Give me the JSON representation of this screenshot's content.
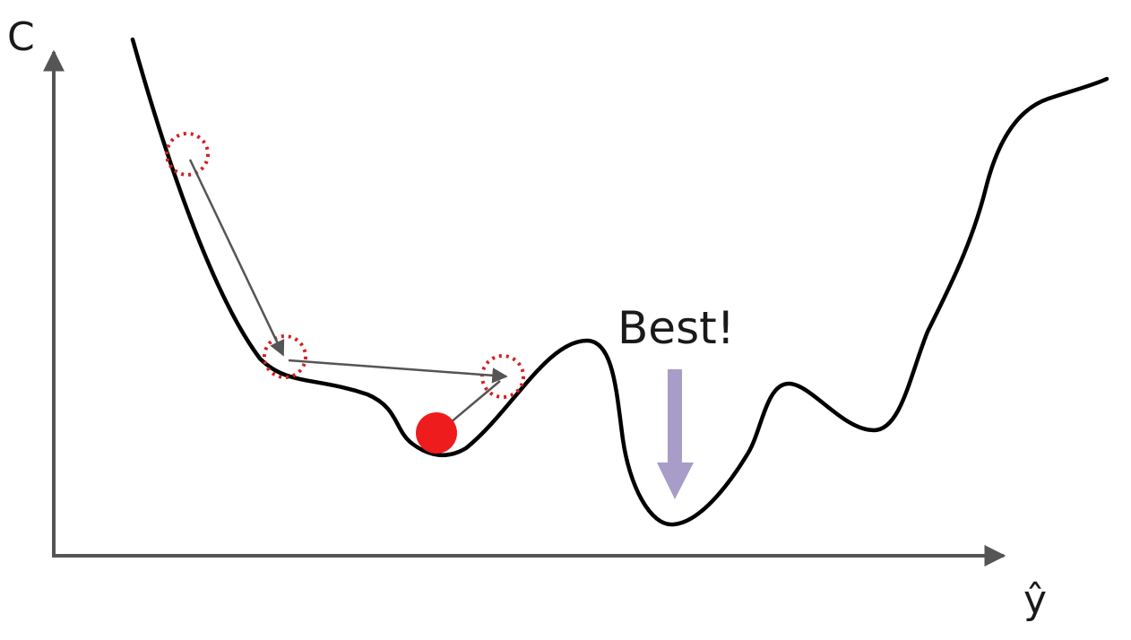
{
  "labels": {
    "y_axis": "C",
    "x_axis": "ŷ",
    "annotation": "Best!"
  },
  "colors": {
    "axis": "#555555",
    "curve": "#000000",
    "ball": "#ee1c1c",
    "dotted_ring": "#d42020",
    "step_arrow": "#555555",
    "best_arrow": "#a89cc8"
  },
  "icons": {
    "ball": "filled-red-circle",
    "previous_positions": "dotted-red-circle",
    "steps": "gray-arrow",
    "best_marker": "purple-down-arrow"
  }
}
